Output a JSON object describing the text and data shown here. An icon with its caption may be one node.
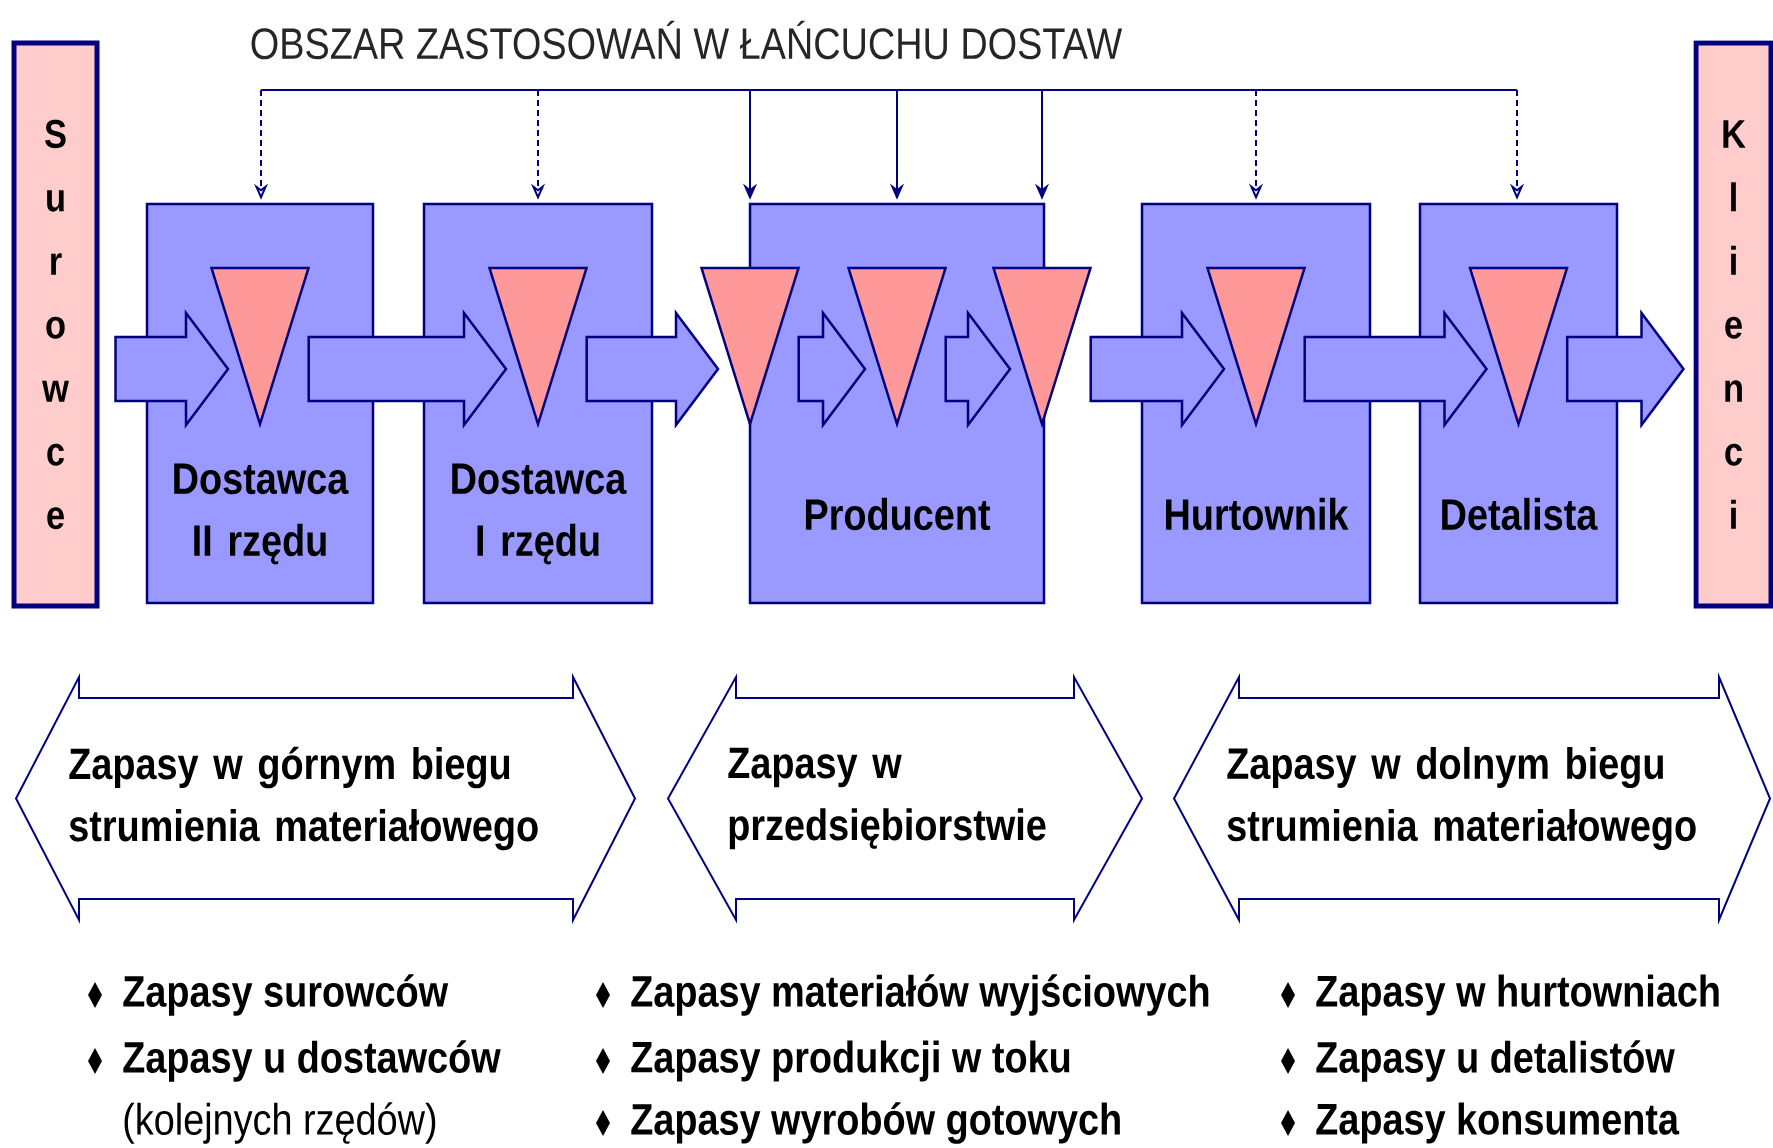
{
  "diagram": {
    "title": "OBSZAR ZASTOSOWAŃ W ŁAŃCUCHU DOSTAW",
    "nodes": [
      {
        "text": [
          "Surowce"
        ]
      },
      {
        "text": [
          "Dostawca II rzędu"
        ]
      },
      {
        "text": [],
        "shape": "triangle",
        "in": 1
      },
      {
        "text": [
          "Dostawca I rzędu"
        ]
      },
      {
        "text": [],
        "shape": "triangle",
        "in": 3
      },
      {
        "text": [
          "Producent"
        ]
      },
      {
        "text": [],
        "shape": "triangle"
      },
      {
        "text": [],
        "shape": "triangle",
        "in": 5
      },
      {
        "text": [],
        "shape": "triangle"
      },
      {
        "text": [
          "Hurtownik"
        ]
      },
      {
        "text": [],
        "shape": "triangle",
        "in": 9
      },
      {
        "text": [
          "Detalista"
        ]
      },
      {
        "text": [],
        "shape": "triangle",
        "in": 11
      },
      {
        "text": [
          "Klienci"
        ]
      },
      {
        "text": [
          "Zapasy w górnym biegu strumienia materiałowego"
        ]
      },
      {
        "text": [
          "Zapasy w przedsiębiorstwie"
        ]
      },
      {
        "text": [
          "Zapasy w dolnym biegu strumienia materiałowego"
        ]
      }
    ],
    "edges": [
      {
        "from": 0,
        "to": 2,
        "arrow": "to"
      },
      {
        "from": 2,
        "to": 4,
        "arrow": "to"
      },
      {
        "from": 4,
        "to": 6,
        "arrow": "to"
      },
      {
        "from": 6,
        "to": 7,
        "arrow": "to"
      },
      {
        "from": 7,
        "to": 8,
        "arrow": "to"
      },
      {
        "from": 8,
        "to": 10,
        "arrow": "to"
      },
      {
        "from": 10,
        "to": 12,
        "arrow": "to"
      },
      {
        "from": 12,
        "to": 13,
        "arrow": "to"
      },
      {
        "from": null,
        "to": 1,
        "arrow": "to",
        "style": "dashed"
      },
      {
        "from": null,
        "to": 3,
        "arrow": "to",
        "style": "dashed"
      },
      {
        "from": null,
        "to": 5,
        "arrow": "to"
      },
      {
        "from": null,
        "to": 5,
        "arrow": "to"
      },
      {
        "from": null,
        "to": 5,
        "arrow": "to"
      },
      {
        "from": null,
        "to": 9,
        "arrow": "to",
        "style": "dashed"
      },
      {
        "from": null,
        "to": 11,
        "arrow": "to",
        "style": "dashed"
      }
    ],
    "labels": [
      "Zapasy surowców",
      "Zapasy materiałów wyjściowych",
      "Zapasy w hurtowniach",
      "Zapasy u dostawców",
      "Zapasy produkcji w toku",
      "Zapasy u detalistów",
      "(kolejnych rzędów)",
      "Zapasy wyrobów gotowych",
      "Zapasy konsumenta"
    ]
  }
}
